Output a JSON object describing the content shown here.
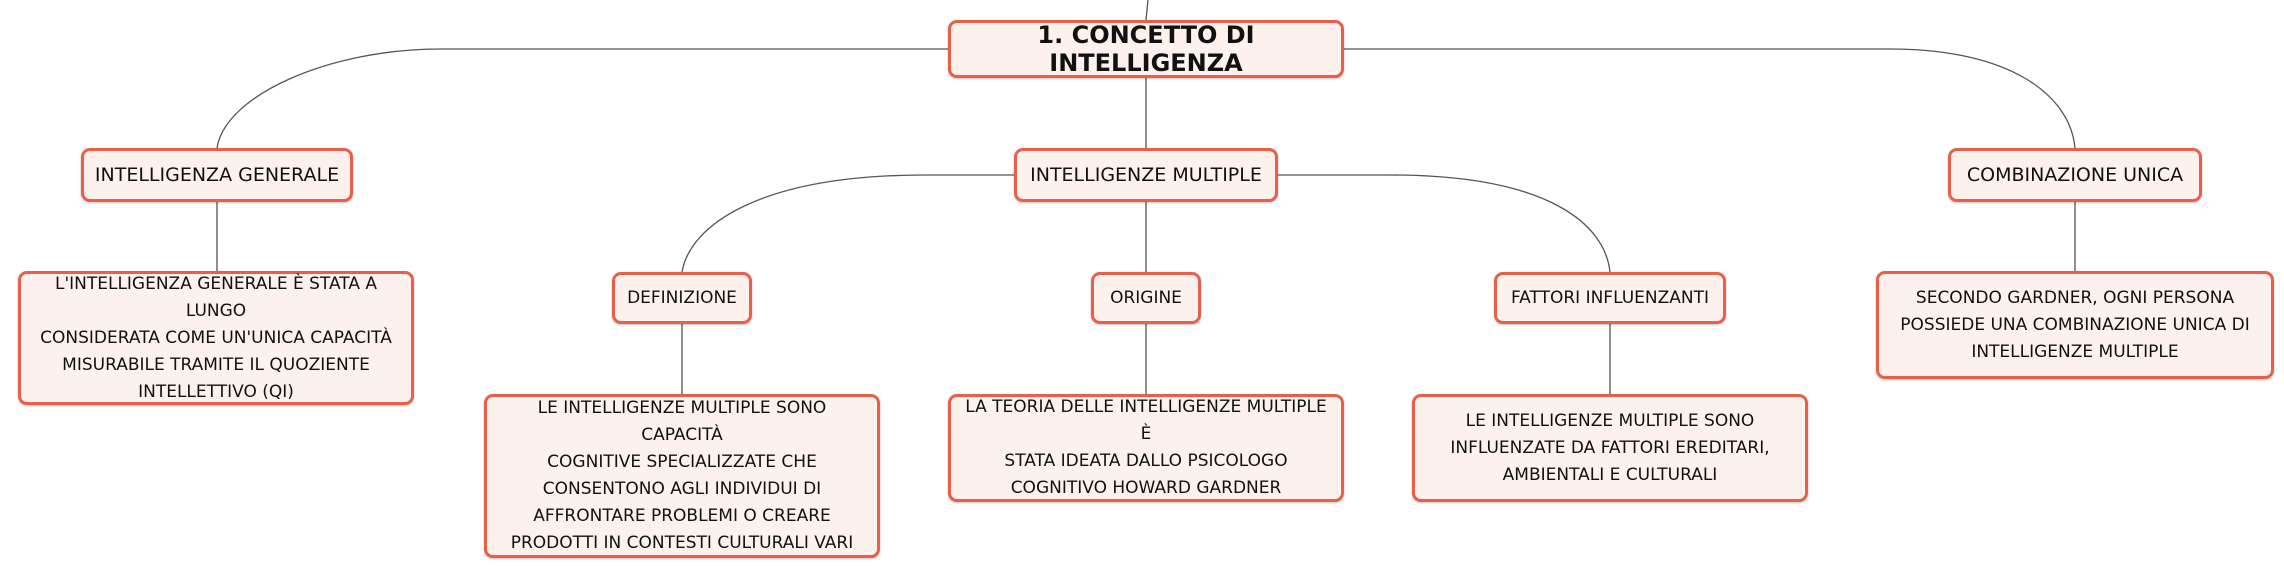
{
  "diagram": {
    "root": {
      "label": "1. CONCETTO DI INTELLIGENZA"
    },
    "branches": {
      "generale": {
        "label": "INTELLIGENZA GENERALE",
        "detail": "L'INTELLIGENZA GENERALE È STATA A LUNGO\nCONSIDERATA COME UN'UNICA CAPACITÀ\nMISURABILE TRAMITE IL QUOZIENTE\nINTELLETTIVO (QI)"
      },
      "multiple": {
        "label": "INTELLIGENZE MULTIPLE",
        "children": {
          "definizione": {
            "label": "DEFINIZIONE",
            "detail": "LE INTELLIGENZE MULTIPLE SONO CAPACITÀ\nCOGNITIVE SPECIALIZZATE CHE\nCONSENTONO AGLI INDIVIDUI DI\nAFFRONTARE PROBLEMI O CREARE\nPRODOTTI IN CONTESTI CULTURALI VARI"
          },
          "origine": {
            "label": "ORIGINE",
            "detail": "LA TEORIA DELLE INTELLIGENZE MULTIPLE È\nSTATA IDEATA DALLO PSICOLOGO\nCOGNITIVO HOWARD GARDNER"
          },
          "fattori": {
            "label": "FATTORI INFLUENZANTI",
            "detail": "LE INTELLIGENZE MULTIPLE SONO\nINFLUENZATE DA FATTORI EREDITARI,\nAMBIENTALI E CULTURALI"
          }
        }
      },
      "combinazione": {
        "label": "COMBINAZIONE UNICA",
        "detail": "SECONDO GARDNER, OGNI PERSONA\nPOSSIEDE UNA COMBINAZIONE UNICA DI\nINTELLIGENZE MULTIPLE"
      }
    },
    "colors": {
      "node_border": "#e8604a",
      "node_fill": "#fdf1ee",
      "connector": "#555555"
    }
  }
}
